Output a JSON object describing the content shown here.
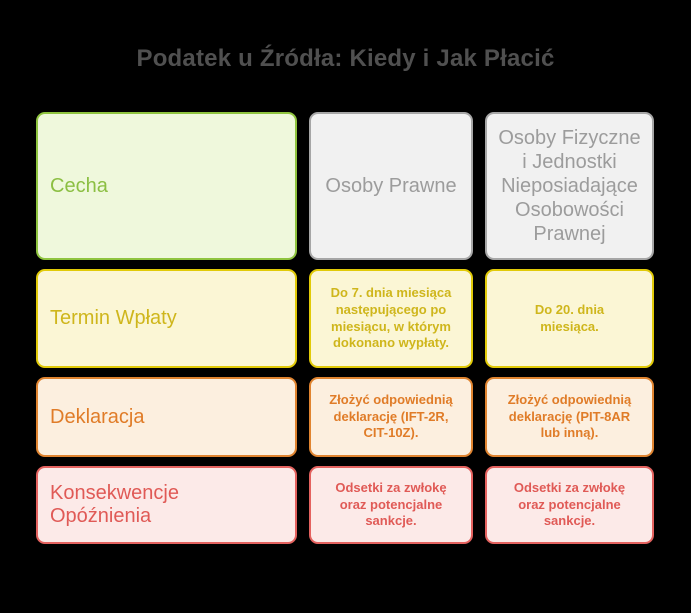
{
  "title": "Podatek u Źródła: Kiedy i Jak Płacić",
  "colors": {
    "background": "#000000",
    "title_text": "#505050",
    "green_accent": "#8FC43F",
    "gray_accent": "#A6A6A6",
    "yellow_accent": "#E1CA08",
    "orange_accent": "#E08430",
    "red_accent": "#E4625F"
  },
  "table": {
    "rows": [
      {
        "name": "header",
        "cells": [
          {
            "text": "Cecha",
            "style": "green"
          },
          {
            "text": "Osoby Prawne",
            "style": "gray"
          },
          {
            "text": "Osoby Fizyczne\ni Jednostki\nNieposiadające\nOsobowości\nPrawnej",
            "style": "gray"
          }
        ]
      },
      {
        "name": "termin-wplaty",
        "cells": [
          {
            "text": "Termin Wpłaty",
            "style": "yellow"
          },
          {
            "text": "Do 7. dnia miesiąca\nnastępującego po\nmiesiącu, w którym\ndokonano wypłaty.",
            "style": "yellow"
          },
          {
            "text": "Do 20. dnia\nmiesiąca.",
            "style": "yellow"
          }
        ]
      },
      {
        "name": "deklaracja",
        "cells": [
          {
            "text": "Deklaracja",
            "style": "orange"
          },
          {
            "text": "Złożyć odpowiednią\ndeklarację (IFT-2R,\nCIT-10Z).",
            "style": "orange"
          },
          {
            "text": "Złożyć odpowiednią\ndeklarację (PIT-8AR\nlub inną).",
            "style": "orange"
          }
        ]
      },
      {
        "name": "konsekwencje-opoznienia",
        "cells": [
          {
            "text": "Konsekwencje Opóźnienia",
            "style": "red"
          },
          {
            "text": "Odsetki za zwłokę\noraz potencjalne\nsankcje.",
            "style": "red"
          },
          {
            "text": "Odsetki za zwłokę\noraz potencjalne\nsankcje.",
            "style": "red"
          }
        ]
      }
    ]
  }
}
